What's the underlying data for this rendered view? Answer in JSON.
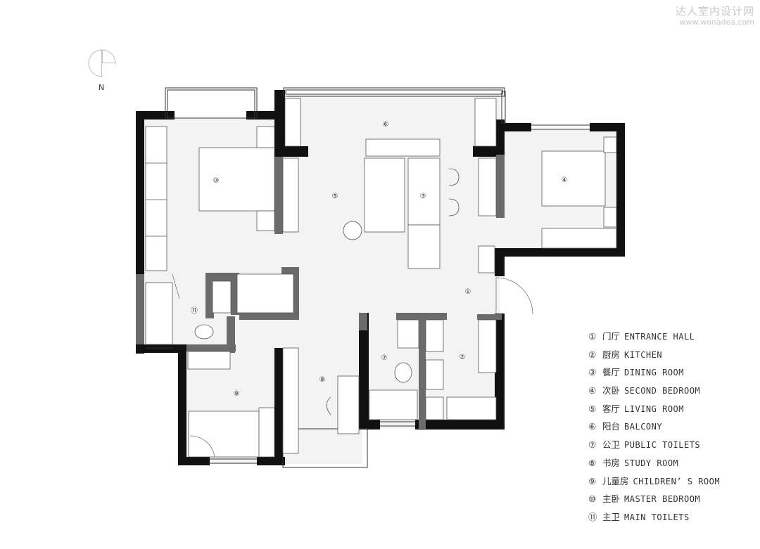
{
  "watermark": {
    "title": "达人室内设计网",
    "url": "www.wonadea.com"
  },
  "compass": {
    "label": "N"
  },
  "rooms": [
    {
      "num": "①",
      "zh": "门厅",
      "en": "ENTRANCE HALL"
    },
    {
      "num": "②",
      "zh": "厨房",
      "en": "KITCHEN"
    },
    {
      "num": "③",
      "zh": "餐厅",
      "en": "DINING ROOM"
    },
    {
      "num": "④",
      "zh": "次卧",
      "en": "SECOND BEDROOM"
    },
    {
      "num": "⑤",
      "zh": "客厅",
      "en": "LIVING ROOM"
    },
    {
      "num": "⑥",
      "zh": "阳台",
      "en": "BALCONY"
    },
    {
      "num": "⑦",
      "zh": "公卫",
      "en": "PUBLIC TOILETS"
    },
    {
      "num": "⑧",
      "zh": "书房",
      "en": "STUDY ROOM"
    },
    {
      "num": "⑨",
      "zh": "儿童房",
      "en": "CHILDREN’ S ROOM"
    },
    {
      "num": "⑩",
      "zh": "主卧",
      "en": "MASTER BEDROOM"
    },
    {
      "num": "⑪",
      "zh": "主卫",
      "en": "MAIN TOILETS"
    }
  ]
}
